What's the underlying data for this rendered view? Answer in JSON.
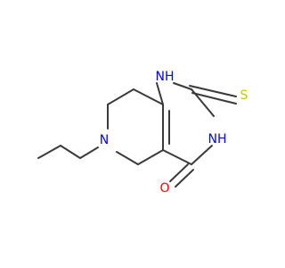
{
  "diagram": {
    "type": "chemical-structure",
    "colors": {
      "bond": "#3a3a3a",
      "nitrogen": "#0000ff",
      "sulfur": "#c8c800",
      "oxygen": "#ff0000",
      "background": "#ffffff"
    },
    "labels": {
      "nh_top": "NH",
      "s": "S",
      "nh_right": "NH",
      "o": "O",
      "n_ring": "N"
    }
  }
}
